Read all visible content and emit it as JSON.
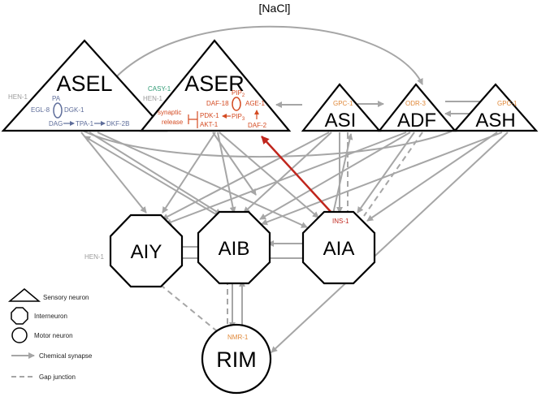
{
  "title": "[NaCl]",
  "neurons": {
    "asel": "ASEL",
    "aser": "ASER",
    "asi": "ASI",
    "adf": "ADF",
    "ash": "ASH",
    "aiy": "AIY",
    "aib": "AIB",
    "aia": "AIA",
    "rim": "RIM"
  },
  "genes": {
    "hen1_asel": "HEN-1",
    "hen1_aser": "HEN-1",
    "hen1_aiy": "HEN-1",
    "casy1": "CASY-1",
    "gpc1_asi": "GPC-1",
    "odr3": "ODR-3",
    "gpc1_ash": "GPC-1",
    "ins1": "INS-1",
    "nmr1": "NMR-1"
  },
  "asel_pathway": {
    "pa": "PA",
    "egl8": "EGL-8",
    "dgk1": "DGK-1",
    "dag": "DAG",
    "tpa1": "TPA-1",
    "dkf2b": "DKF-2B"
  },
  "aser_pathway": {
    "pip2_base": "PIP",
    "pip2_sub": "2",
    "daf18": "DAF-18",
    "age1": "AGE-1",
    "pip3_base": "PIP",
    "pip3_sub": "3",
    "pdk1": "PDK-1",
    "akt1": "AKT-1",
    "daf2": "DAF-2",
    "synaptic": "synaptic",
    "release": "release"
  },
  "legend": {
    "sensory": "Sensory neuron",
    "inter": "Interneuron",
    "motor": "Motor neuron",
    "chemical": "Chemical synapse",
    "gap": "Gap junction"
  },
  "colors": {
    "connection": "#a6a6a6",
    "ins_arrow": "#c0261d",
    "blue_pathway": "#5e6d9a",
    "red_pathway": "#d44b22",
    "orange_gene": "#e0893a",
    "green_gene": "#2f9a74",
    "gray_gene": "#9a9a9a"
  }
}
